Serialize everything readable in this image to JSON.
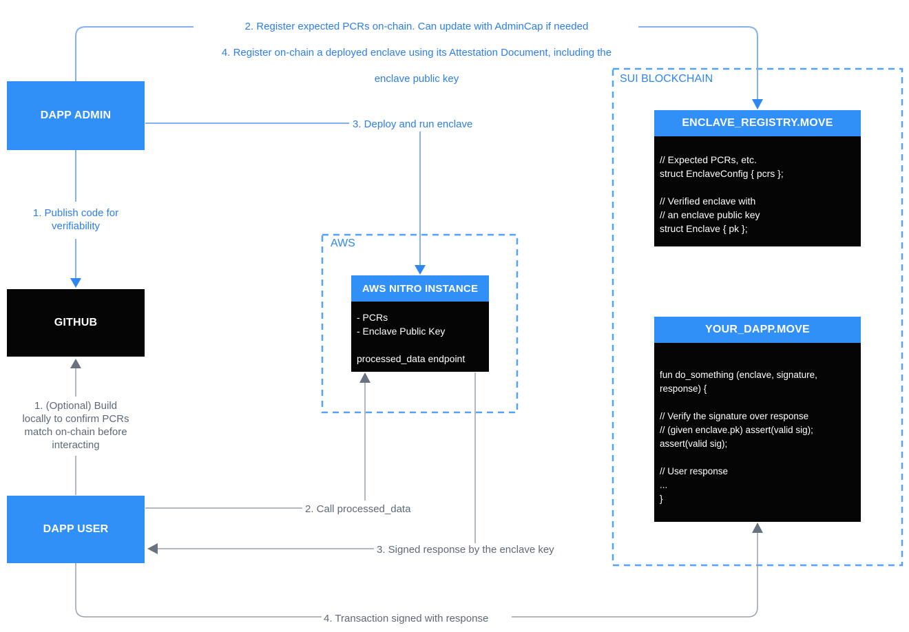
{
  "title": "Sui Nautilus enclave architecture diagram",
  "containers": {
    "aws": {
      "label": "AWS"
    },
    "sui": {
      "label": "SUI BLOCKCHAIN"
    }
  },
  "nodes": {
    "dapp_admin": {
      "label": "DAPP ADMIN"
    },
    "github": {
      "label": "GITHUB"
    },
    "dapp_user": {
      "label": "DAPP USER"
    },
    "aws_nitro": {
      "title": "AWS NITRO INSTANCE",
      "code": "- PCRs\n- Enclave Public Key\n\nprocessed_data endpoint"
    },
    "enclave_registry": {
      "title": "ENCLAVE_REGISTRY.MOVE",
      "code": "// Expected PCRs, etc.\nstruct EnclaveConfig { pcrs };\n\n// Verified enclave with\n// an enclave public key\nstruct Enclave { pk };"
    },
    "your_dapp": {
      "title": "YOUR_DAPP.MOVE",
      "code": "fun do_something (enclave, signature,\nresponse) {\n\n// Verify the signature over response\n// (given enclave.pk) assert(valid sig);\nassert(valid sig);\n\n// User response\n...\n}"
    }
  },
  "labels": {
    "top1": "2. Register expected PCRs on-chain. Can update with AdminCap if needed",
    "top2": "4. Register on-chain a deployed enclave using its Attestation Document, including the",
    "top3": "enclave public key",
    "deploy": "3. Deploy and run enclave",
    "publish": "1. Publish code for\nverifiability",
    "optional": "1. (Optional) Build\nlocally to confirm PCRs\nmatch on-chain before\ninteracting",
    "call": "2. Call processed_data",
    "signed": "3. Signed response by the enclave key",
    "txn": "4. Transaction signed with response"
  },
  "colors": {
    "node_blue": "#3190f7",
    "node_black": "#050505",
    "label_blue": "#2c7ef0",
    "label_gray": "#5d6977",
    "line_blue": "#82b1f3",
    "arrow_blue": "#2e86f3",
    "dash_blue": "#55a1f8",
    "line_gray": "#99a1ae",
    "arrow_gray": "#69727f"
  }
}
